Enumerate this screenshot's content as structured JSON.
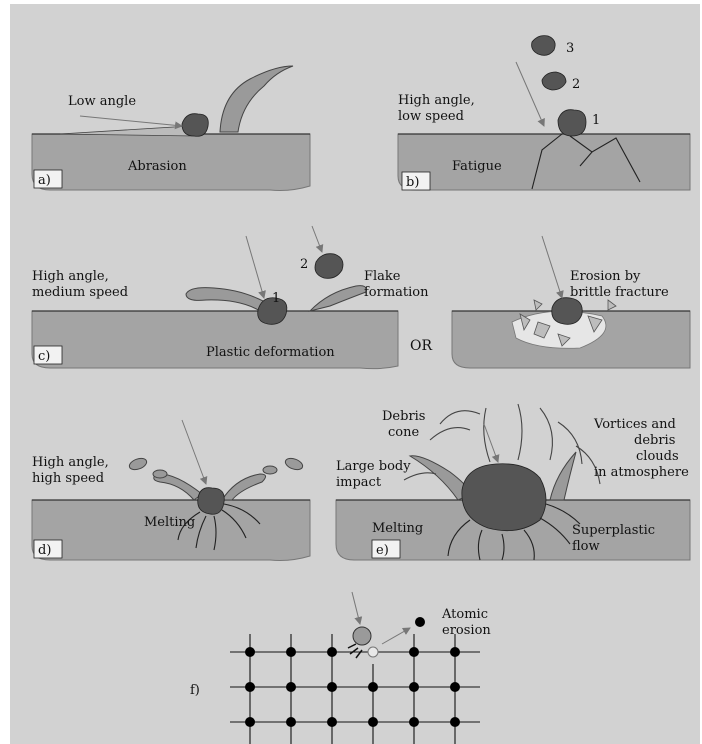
{
  "panels": {
    "a": {
      "tag": "a)",
      "labels": [
        "Low angle",
        "Abrasion"
      ]
    },
    "b": {
      "tag": "b)",
      "labels": [
        "High angle,",
        "low speed",
        "Fatigue"
      ],
      "numbers": [
        "3",
        "2",
        "1"
      ]
    },
    "c": {
      "tag": "c)",
      "labels": [
        "High angle,",
        "medium speed",
        "Flake",
        "formation",
        "Plastic deformation"
      ],
      "numbers": [
        "2",
        "1"
      ]
    },
    "or": "OR",
    "c_alt": {
      "labels": [
        "Erosion by",
        "brittle fracture"
      ]
    },
    "d": {
      "tag": "d)",
      "labels": [
        "High angle,",
        "high speed",
        "Melting"
      ]
    },
    "e": {
      "tag": "e)",
      "labels": [
        "Debris",
        "cone",
        "Vortices and",
        "debris",
        "clouds",
        "in atmosphere",
        "Large body",
        "impact",
        "Melting",
        "Superplastic",
        "flow"
      ]
    },
    "f": {
      "tag": "f)",
      "labels": [
        "Atomic",
        "erosion"
      ]
    }
  }
}
